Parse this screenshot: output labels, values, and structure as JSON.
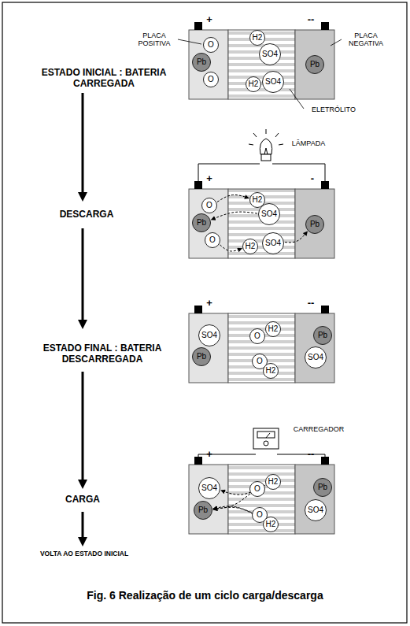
{
  "diagram": {
    "caption": "Fig. 6 Realização de um ciclo carga/descarga",
    "nodes": [
      {
        "text": [
          "O"
        ]
      },
      {
        "text": [
          "Pb"
        ]
      },
      {
        "text": [
          "O"
        ]
      },
      {
        "text": [
          "H2"
        ]
      },
      {
        "text": [
          "SO4"
        ]
      },
      {
        "text": [
          "H2"
        ]
      },
      {
        "text": [
          "SO4"
        ]
      },
      {
        "text": [
          "Pb"
        ]
      },
      {
        "text": [
          "O"
        ]
      },
      {
        "text": [
          "Pb"
        ]
      },
      {
        "text": [
          "O"
        ]
      },
      {
        "text": [
          "H2"
        ]
      },
      {
        "text": [
          "SO4"
        ]
      },
      {
        "text": [
          "H2"
        ]
      },
      {
        "text": [
          "SO4"
        ]
      },
      {
        "text": [
          "Pb"
        ]
      },
      {
        "text": [
          "SO4"
        ]
      },
      {
        "text": [
          "Pb"
        ]
      },
      {
        "text": [
          "O"
        ]
      },
      {
        "text": [
          "H2"
        ]
      },
      {
        "text": [
          "O"
        ]
      },
      {
        "text": [
          "H2"
        ]
      },
      {
        "text": [
          "Pb"
        ]
      },
      {
        "text": [
          "SO4"
        ]
      },
      {
        "text": [
          "SO4"
        ]
      },
      {
        "text": [
          "Pb"
        ]
      },
      {
        "text": [
          "O"
        ]
      },
      {
        "text": [
          "H2"
        ]
      },
      {
        "text": [
          "O"
        ]
      },
      {
        "text": [
          "H2"
        ]
      },
      {
        "text": [
          "Pb"
        ]
      },
      {
        "text": [
          "SO4"
        ]
      }
    ],
    "edges": [
      {
        "from": 8,
        "to": 11,
        "arrow": "to"
      },
      {
        "from": 12,
        "to": 9,
        "arrow": "to"
      },
      {
        "from": 10,
        "to": 13,
        "arrow": "to"
      },
      {
        "from": 14,
        "to": 15,
        "arrow": "to"
      },
      {
        "from": 27,
        "to": 24,
        "arrow": "to"
      },
      {
        "from": 26,
        "to": 25,
        "arrow": "to"
      },
      {
        "from": 28,
        "to": 25,
        "arrow": "to"
      },
      {
        "from": 29,
        "to": 25,
        "arrow": "to"
      }
    ],
    "labels": [
      "ESTADO INICIAL : BATERIA CARREGADA",
      "DESCARGA",
      "ESTADO FINAL : BATERIA DESCARREGADA",
      "CARGA",
      "VOLTA AO ESTADO INICIAL",
      "+",
      "--",
      "PLACA POSITIVA",
      "PLACA NEGATIVA",
      "ELETRÓLITO",
      "LÂMPADA",
      "+",
      "-",
      "+",
      "--",
      "CARREGADOR",
      "+",
      "--"
    ]
  }
}
